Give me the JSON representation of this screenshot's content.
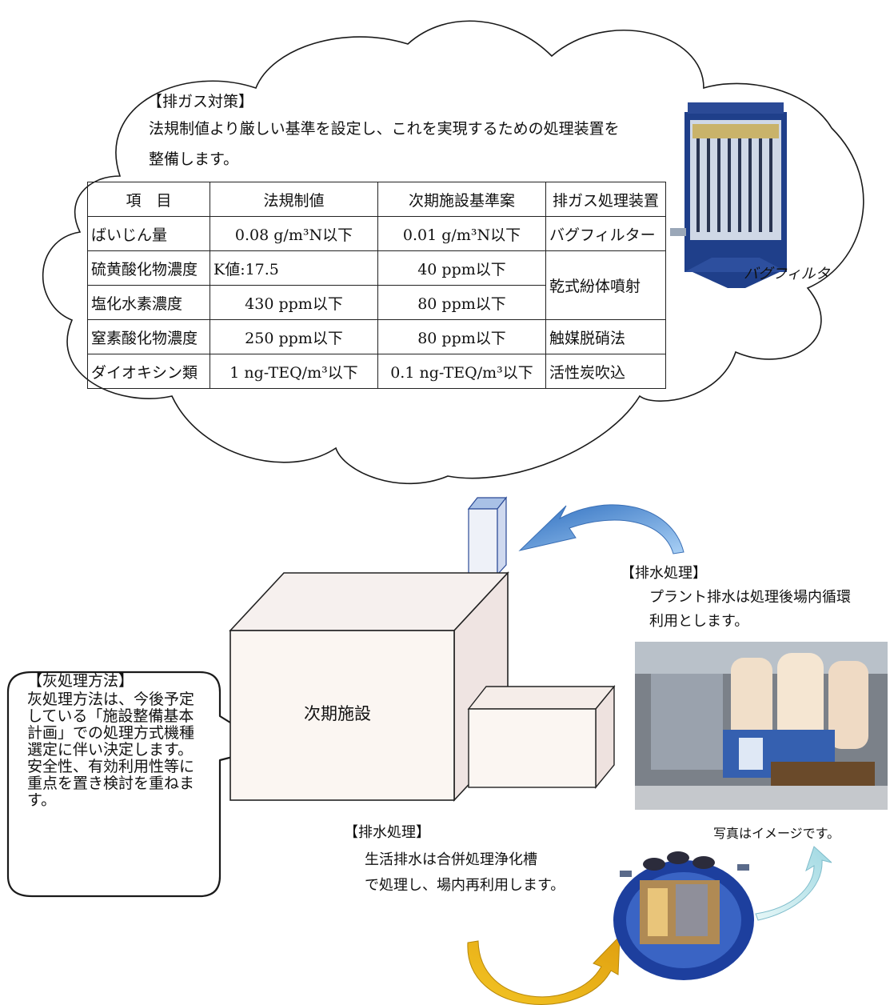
{
  "gas_control": {
    "heading": "【排ガス対策】",
    "desc_line1": "法規制値より厳しい基準を設定し、これを実現するための処理装置を",
    "desc_line2": "整備します。",
    "table": {
      "headers": [
        "項　目",
        "法規制値",
        "次期施設基準案",
        "排ガス処理装置"
      ],
      "rows": [
        {
          "item": "ばいじん量",
          "legal": "0.08 g/m³N以下",
          "proposed": "0.01 g/m³N以下",
          "device": "バグフィルター"
        },
        {
          "item": "硫黄酸化物濃度",
          "legal": "K値:17.5",
          "proposed": "40 ppm以下",
          "device": "乾式紛体噴射"
        },
        {
          "item": "塩化水素濃度",
          "legal": "430 ppm以下",
          "proposed": "80 ppm以下",
          "device": ""
        },
        {
          "item": "窒素酸化物濃度",
          "legal": "250 ppm以下",
          "proposed": "80 ppm以下",
          "device": "触媒脱硝法"
        },
        {
          "item": "ダイオキシン類",
          "legal": "1 ng-TEQ/m³以下",
          "proposed": "0.1 ng-TEQ/m³以下",
          "device": "活性炭吹込"
        }
      ]
    },
    "bagfilter_caption": "バグフィルタ"
  },
  "facility": {
    "label": "次期施設"
  },
  "plant_wastewater": {
    "heading": "【排水処理】",
    "line1": "プラント排水は処理後場内循環",
    "line2": "利用とします。"
  },
  "ash": {
    "heading": "【灰処理方法】",
    "body": "灰処理方法は、今後予定している「施設整備基本計画」での処理方式機種選定に伴い決定します。安全性、有効利用性等に重点を置き検討を重ねます。"
  },
  "domestic_wastewater": {
    "heading": "【排水処理】",
    "line1": "生活排水は合併処理浄化槽",
    "line2": "で処理し、場内再利用します。"
  },
  "photo_note": "写真はイメージです。",
  "colors": {
    "blue_arrow": "#5b9bd5",
    "gold_arrow": "#e0b020",
    "cyan_arrow": "#bfe8ec",
    "building_face": "#fbf6f2",
    "chimney": "#eef1f8",
    "chimney_top": "#a9c1e6"
  }
}
